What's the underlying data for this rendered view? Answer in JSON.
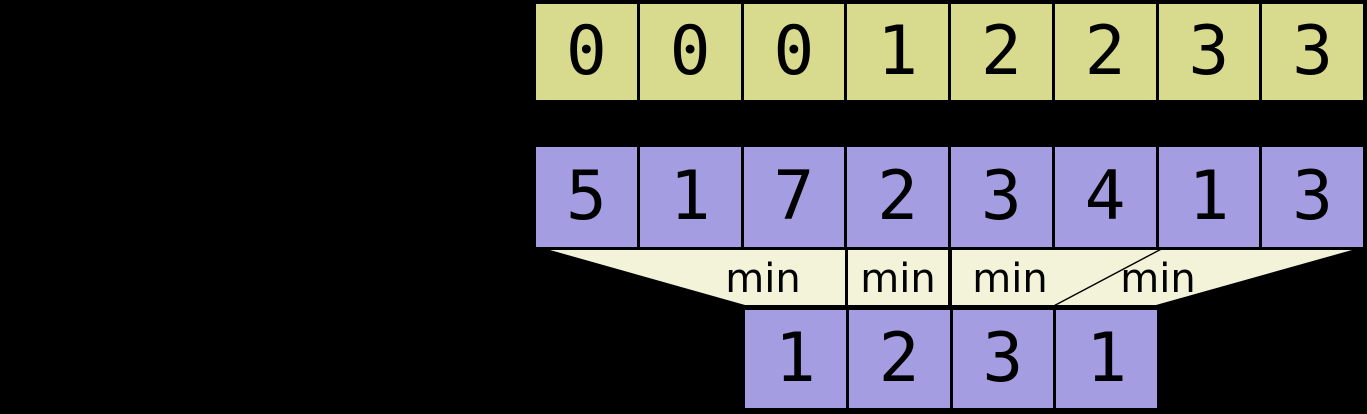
{
  "colors": {
    "background": "#000000",
    "block_index_fill": "#d8da8e",
    "array_fill": "#a49de2",
    "operation_fill": "#f2f3d8",
    "text": "#000000"
  },
  "rows": {
    "block_index": {
      "values": [
        "0",
        "0",
        "0",
        "1",
        "2",
        "2",
        "3",
        "3"
      ]
    },
    "array": {
      "values": [
        "5",
        "1",
        "7",
        "2",
        "3",
        "4",
        "1",
        "3"
      ]
    },
    "block_min": {
      "values": [
        "1",
        "2",
        "3",
        "1"
      ]
    }
  },
  "operations": {
    "labels": [
      "min",
      "min",
      "min",
      "min"
    ]
  }
}
